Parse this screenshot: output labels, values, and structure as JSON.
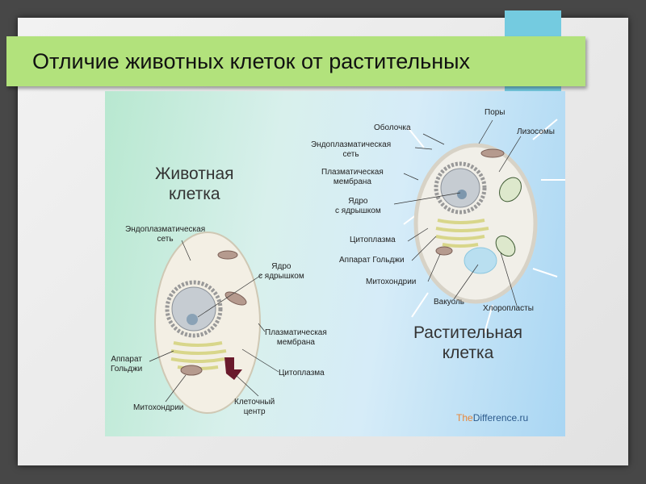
{
  "slide": {
    "title": "Отличие животных клеток от растительных"
  },
  "animal_cell": {
    "heading_line1": "Животная",
    "heading_line2": "клетка",
    "labels": {
      "er_1": "Эндоплазматическая",
      "er_2": "сеть",
      "nucleus_1": "Ядро",
      "nucleus_2": "с ядрышком",
      "membrane_1": "Плазматическая",
      "membrane_2": "мембрана",
      "golgi_1": "Аппарат",
      "golgi_2": "Гольджи",
      "cytoplasm": "Цитоплазма",
      "mitochondria": "Митохондрии",
      "centrosome_1": "Клеточный",
      "centrosome_2": "центр"
    }
  },
  "plant_cell": {
    "heading_line1": "Растительная",
    "heading_line2": "клетка",
    "labels": {
      "pores": "Поры",
      "wall": "Оболочка",
      "lysosomes": "Лизосомы",
      "er_1": "Эндоплазматическая",
      "er_2": "сеть",
      "membrane_1": "Плазматическая",
      "membrane_2": "мембрана",
      "nucleus_1": "Ядро",
      "nucleus_2": "с ядрышком",
      "cytoplasm": "Цитоплазма",
      "golgi": "Аппарат Гольджи",
      "mitochondria": "Митохондрии",
      "vacuole": "Вакуоль",
      "chloroplasts": "Хлоропласты"
    }
  },
  "watermark": {
    "part1": "The",
    "part2": "Difference.ru"
  },
  "colors": {
    "title_bar": "#b2e27c",
    "ribbon": "#74cbe0",
    "background": "#474747"
  }
}
